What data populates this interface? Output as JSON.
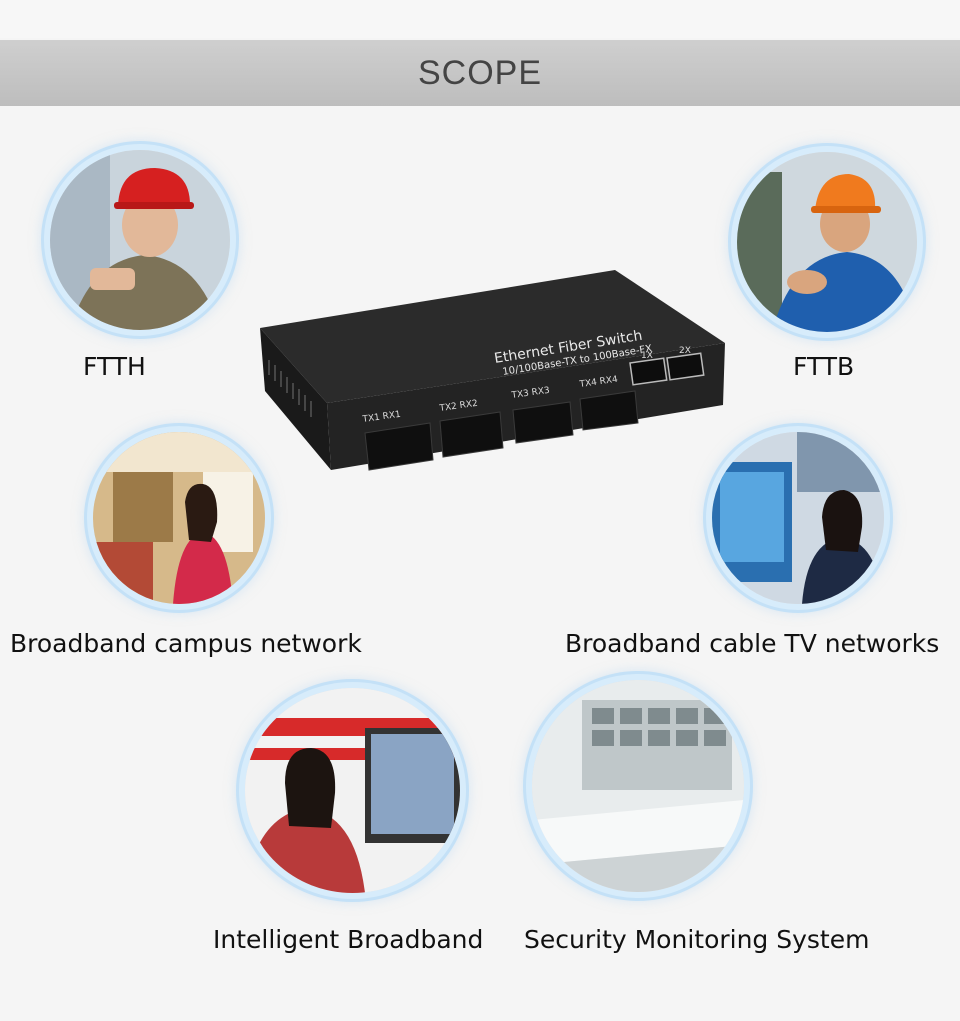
{
  "header": {
    "title": "SCOPE"
  },
  "device": {
    "title": "Ethernet Fiber Switch",
    "subtitle": "10/100Base-TX to 100Base-FX",
    "ports": [
      "TX1  RX1",
      "TX2  RX2",
      "TX3  RX3",
      "TX4  RX4"
    ],
    "rj45_labels": [
      "1X",
      "2X"
    ]
  },
  "scopes": {
    "ftth": "FTTH",
    "fttb": "FTTB",
    "campus": "Broadband campus network",
    "cable_tv": "Broadband cable TV networks",
    "intelligent": "Intelligent Broadband",
    "security": "Security Monitoring System"
  },
  "colors": {
    "bubble_ring": "#d7ecfb",
    "header_bg": "#c6c6c6",
    "device_body": "#2b2b2b"
  }
}
